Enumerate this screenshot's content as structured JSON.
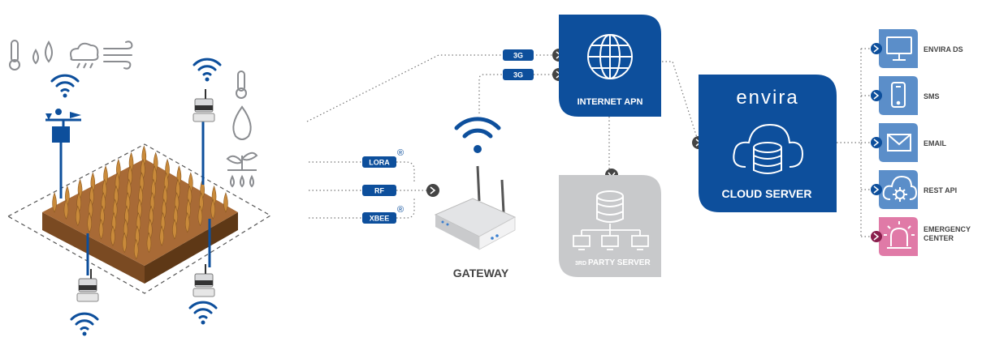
{
  "links": {
    "cellular_1": "3G",
    "cellular_2": "3G",
    "radio_1": "LORA",
    "radio_1_mark": "®",
    "radio_2": "RF",
    "radio_3": "XBEE",
    "radio_3_mark": "®"
  },
  "gateway": {
    "label": "GATEWAY"
  },
  "internet_apn": {
    "label": "INTERNET APN"
  },
  "third_party": {
    "prefix": "3RD",
    "label": "PARTY SERVER"
  },
  "cloud": {
    "brand": "envira",
    "label": "CLOUD SERVER"
  },
  "outputs": [
    {
      "label": "ENVIRA DS",
      "icon": "monitor-icon",
      "color": "#5b8ec9"
    },
    {
      "label": "SMS",
      "icon": "smartphone-icon",
      "color": "#5b8ec9"
    },
    {
      "label": "EMAIL",
      "icon": "envelope-icon",
      "color": "#5b8ec9"
    },
    {
      "label": "REST API",
      "icon": "cloud-gear-icon",
      "color": "#5b8ec9"
    },
    {
      "label": "EMERGENCY",
      "label2": "CENTER",
      "icon": "siren-icon",
      "color": "#e07aa7"
    }
  ],
  "colors": {
    "brand_blue": "#0d4f9c",
    "light_blue": "#5b8ec9",
    "grey": "#c8c9cb",
    "soil": "#a86a36",
    "alert_pink": "#e07aa7",
    "icon_grey": "#8a8c90"
  }
}
